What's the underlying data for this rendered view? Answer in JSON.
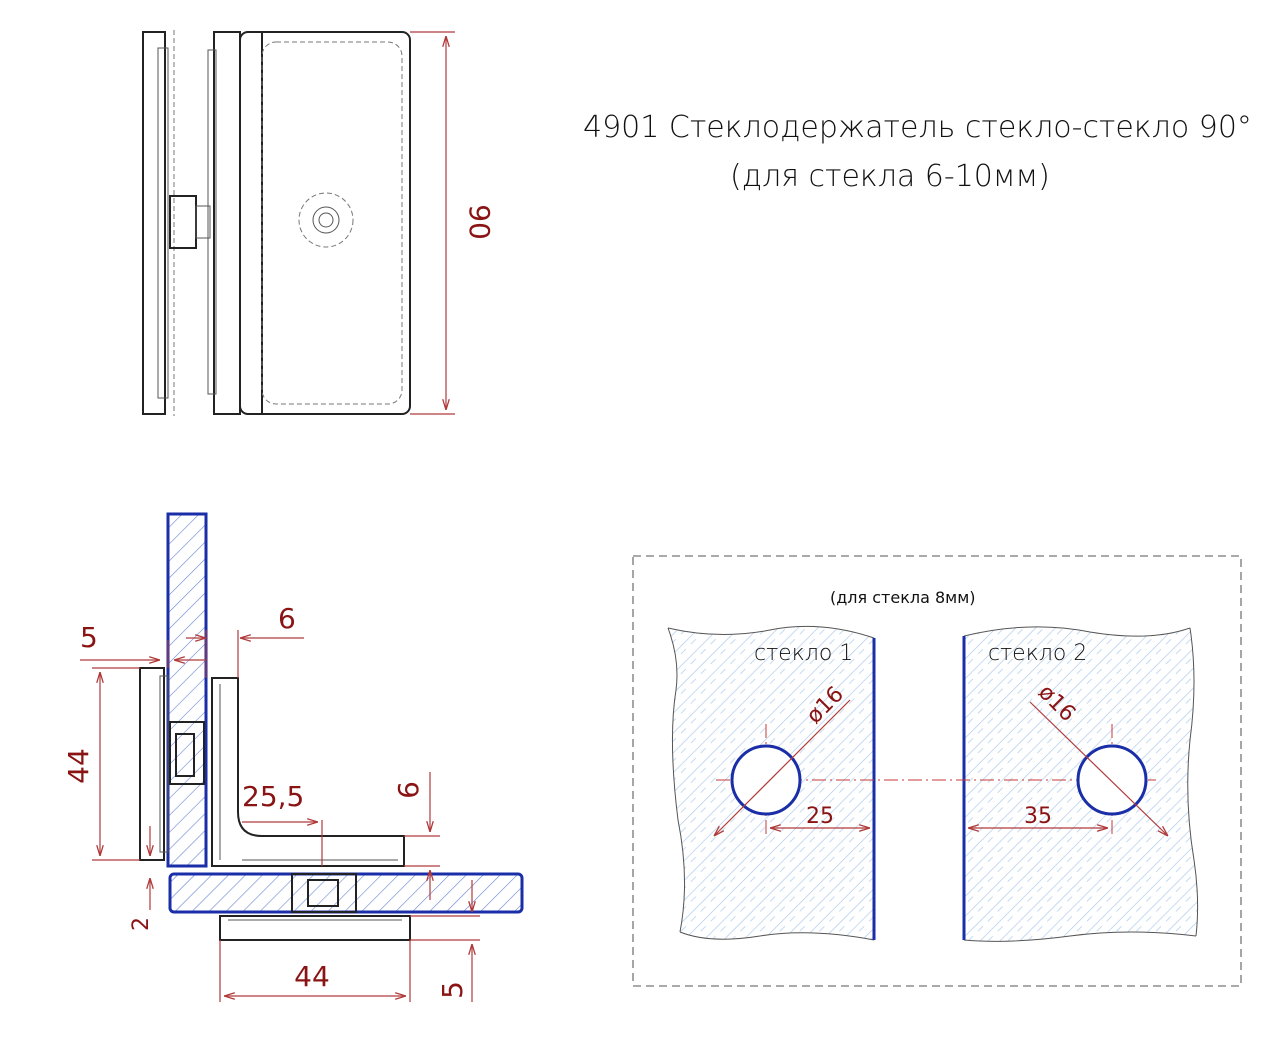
{
  "title": {
    "line1": "4901  Стеклодержатель стекло-стекло 90°",
    "line2": "(для стекла 6-10мм)"
  },
  "top_view": {
    "height_dim": "90"
  },
  "section_view": {
    "dim_5_top": "5",
    "dim_6_top": "6",
    "dim_44_vertical": "44",
    "dim_25_5": "25,5",
    "dim_6_right": "6",
    "dim_2": "2",
    "dim_44_horizontal": "44",
    "dim_5_bottom": "5"
  },
  "glass_layout": {
    "note": "(для стекла 8мм)",
    "glass1_label": "стекло 1",
    "glass2_label": "стекло 2",
    "hole1_diameter": "ø16",
    "hole2_diameter": "ø16",
    "dim_25": "25",
    "dim_35": "35"
  },
  "colors": {
    "glass": "#1a2ea8",
    "dimension": "#8a1414"
  }
}
